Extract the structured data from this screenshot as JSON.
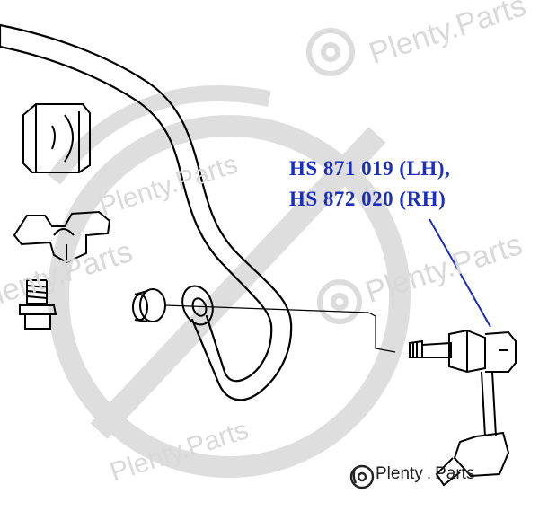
{
  "callouts": {
    "line1": "HS 871 019 (LH),",
    "line2": "HS 872 020 (RH)"
  },
  "brand": {
    "name": "Plenty",
    "suffix": "Parts",
    "separator": ".",
    "icon": "brake-disc-icon"
  },
  "watermark": {
    "text": "Plenty.Parts",
    "color": "#d9d9d9"
  },
  "colors": {
    "callout": "#1a2fbf",
    "leader_line": "#1a2fbf",
    "drawing": "#000000"
  }
}
